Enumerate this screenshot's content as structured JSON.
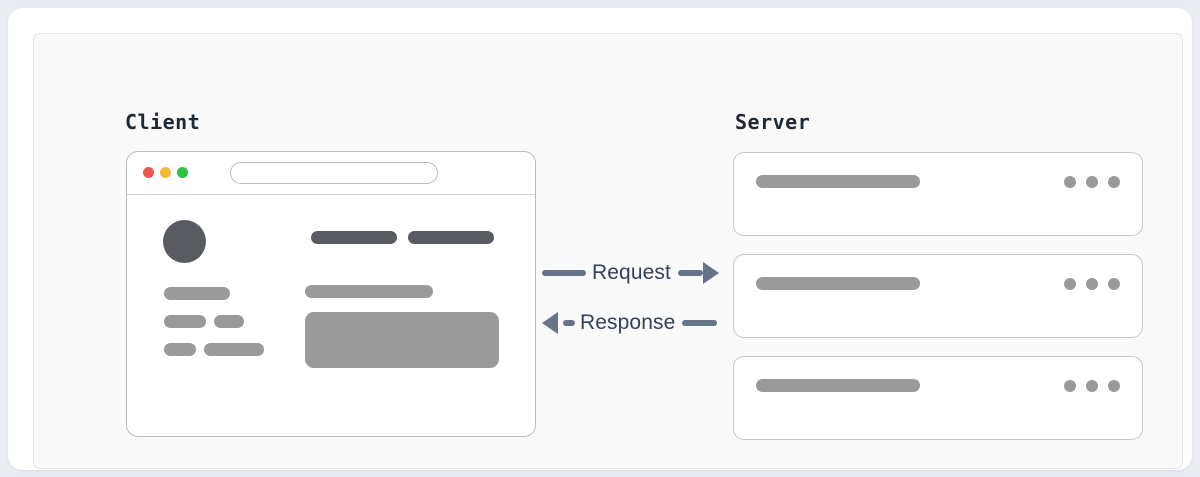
{
  "diagram": {
    "title_client": "Client",
    "title_server": "Server",
    "colors": {
      "page_background": "#e9edf2",
      "card_background": "#ffffff",
      "panel_background": "#fafafa",
      "panel_border": "#e6e8ea",
      "arrow": "#65748b",
      "label_text": "#33415a",
      "skeleton_dark": "#585c60",
      "skeleton_mid": "#9a9a9a",
      "window_border": "#b9bdc2",
      "traffic_red": "#f0564b",
      "traffic_amber": "#f6b63c",
      "traffic_green": "#2fc140"
    }
  },
  "client": {
    "window": {
      "traffic_lights": [
        "close-red",
        "minimize-amber",
        "maximize-green"
      ],
      "address_bar_value": "",
      "address_bar_placeholder": ""
    },
    "skeleton": {
      "avatar": "avatar-circle",
      "top_bars": 2,
      "left_rows": 3,
      "right_paragraph_bar": 1,
      "content_block": 1
    }
  },
  "server": {
    "cards": [
      {
        "label_bar": "",
        "menu_dots": 3
      },
      {
        "label_bar": "",
        "menu_dots": 3
      },
      {
        "label_bar": "",
        "menu_dots": 3
      }
    ]
  },
  "flows": [
    {
      "label": "Request",
      "direction": "client-to-server"
    },
    {
      "label": "Response",
      "direction": "server-to-client"
    }
  ]
}
